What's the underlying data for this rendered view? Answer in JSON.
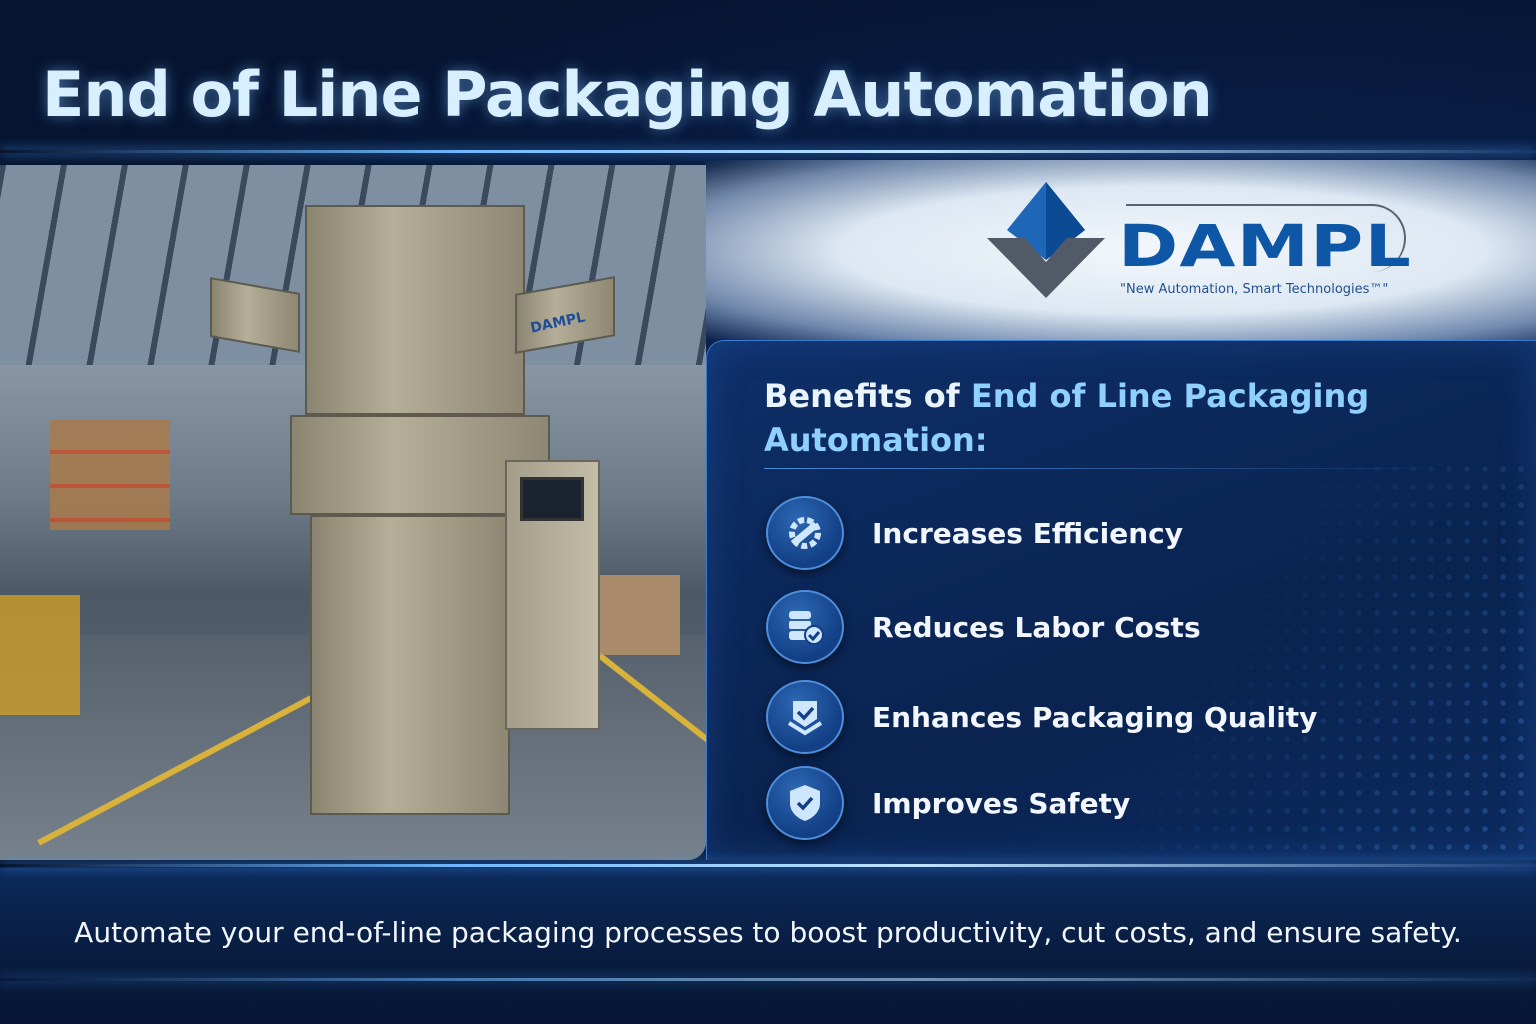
{
  "title": "End of Line Packaging Automation",
  "brand": {
    "name": "DAMPL",
    "tagline": "\"New Automation, Smart Technologies™\"",
    "colors": {
      "primary": "#0e56a6",
      "secondary": "#5a6372"
    }
  },
  "machine_label": "DAMPL",
  "benefits": {
    "heading_prefix": "Benefits of ",
    "heading_highlight": "End of Line Packaging Automation:",
    "items": [
      {
        "icon": "gear-wrench-icon",
        "label": "Increases Efficiency"
      },
      {
        "icon": "database-check-icon",
        "label": "Reduces Labor Costs"
      },
      {
        "icon": "tray-check-icon",
        "label": "Enhances Packaging Quality"
      },
      {
        "icon": "shield-check-icon",
        "label": "Improves Safety"
      }
    ]
  },
  "footer": "Automate your end-of-line packaging processes to boost productivity, cut costs, and ensure safety."
}
